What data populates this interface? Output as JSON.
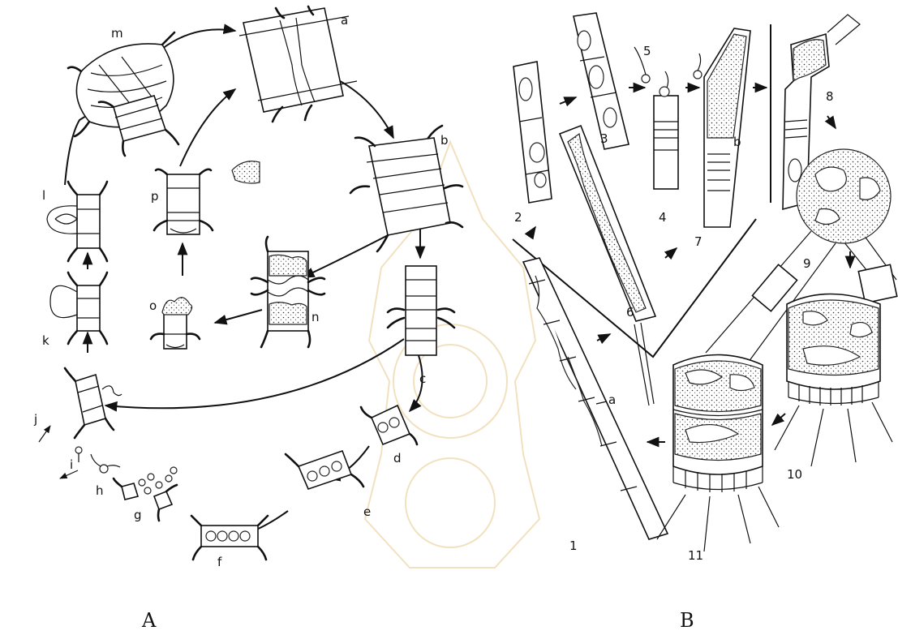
{
  "panels": {
    "A": {
      "caption": "A",
      "stages": [
        "a",
        "b",
        "c",
        "d",
        "e",
        "f",
        "g",
        "h",
        "i",
        "j",
        "k",
        "l",
        "m",
        "n",
        "o",
        "p"
      ]
    },
    "B": {
      "caption": "B",
      "stages": [
        "1",
        "2",
        "3",
        "4",
        "5",
        "6",
        "7",
        "8",
        "9",
        "10",
        "11"
      ],
      "sublabels": [
        "a",
        "b"
      ]
    }
  },
  "colors": {
    "ink": "#111111",
    "watermark": "#e8c98a"
  }
}
